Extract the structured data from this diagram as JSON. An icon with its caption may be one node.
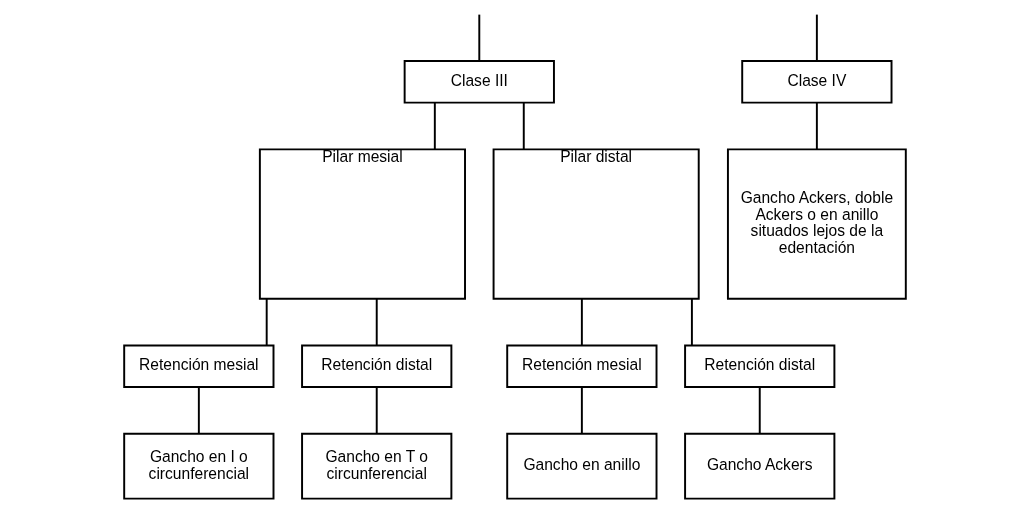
{
  "diagram": {
    "nodes": [
      {
        "text": [
          "Clase III"
        ]
      },
      {
        "text": [
          "Clase IV"
        ]
      },
      {
        "text": [
          "Pilar mesial"
        ]
      },
      {
        "text": [
          "Pilar distal"
        ]
      },
      {
        "text": [
          "Gancho Ackers, doble Ackers o en anillo situados lejos de la edentación"
        ]
      },
      {
        "text": [
          "Retención mesial"
        ]
      },
      {
        "text": [
          "Retención distal"
        ]
      },
      {
        "text": [
          "Retención mesial"
        ]
      },
      {
        "text": [
          "Retención distal"
        ]
      },
      {
        "text": [
          "Gancho en I o circunferencial"
        ]
      },
      {
        "text": [
          "Gancho en T o circunferencial"
        ]
      },
      {
        "text": [
          "Gancho en anillo"
        ]
      },
      {
        "text": [
          "Gancho Ackers"
        ]
      }
    ],
    "edges": [
      {
        "from": null,
        "to": 0,
        "arrow": "none"
      },
      {
        "from": null,
        "to": 1,
        "arrow": "none"
      },
      {
        "from": 0,
        "to": 2,
        "arrow": "none"
      },
      {
        "from": 0,
        "to": 3,
        "arrow": "none"
      },
      {
        "from": 1,
        "to": 4,
        "arrow": "none"
      },
      {
        "from": 2,
        "to": 5,
        "arrow": "none"
      },
      {
        "from": 2,
        "to": 6,
        "arrow": "none"
      },
      {
        "from": 3,
        "to": 7,
        "arrow": "none"
      },
      {
        "from": 3,
        "to": 8,
        "arrow": "none"
      },
      {
        "from": 5,
        "to": 9,
        "arrow": "none"
      },
      {
        "from": 6,
        "to": 10,
        "arrow": "none"
      },
      {
        "from": 7,
        "to": 11,
        "arrow": "none"
      },
      {
        "from": 8,
        "to": 12,
        "arrow": "none"
      }
    ]
  }
}
